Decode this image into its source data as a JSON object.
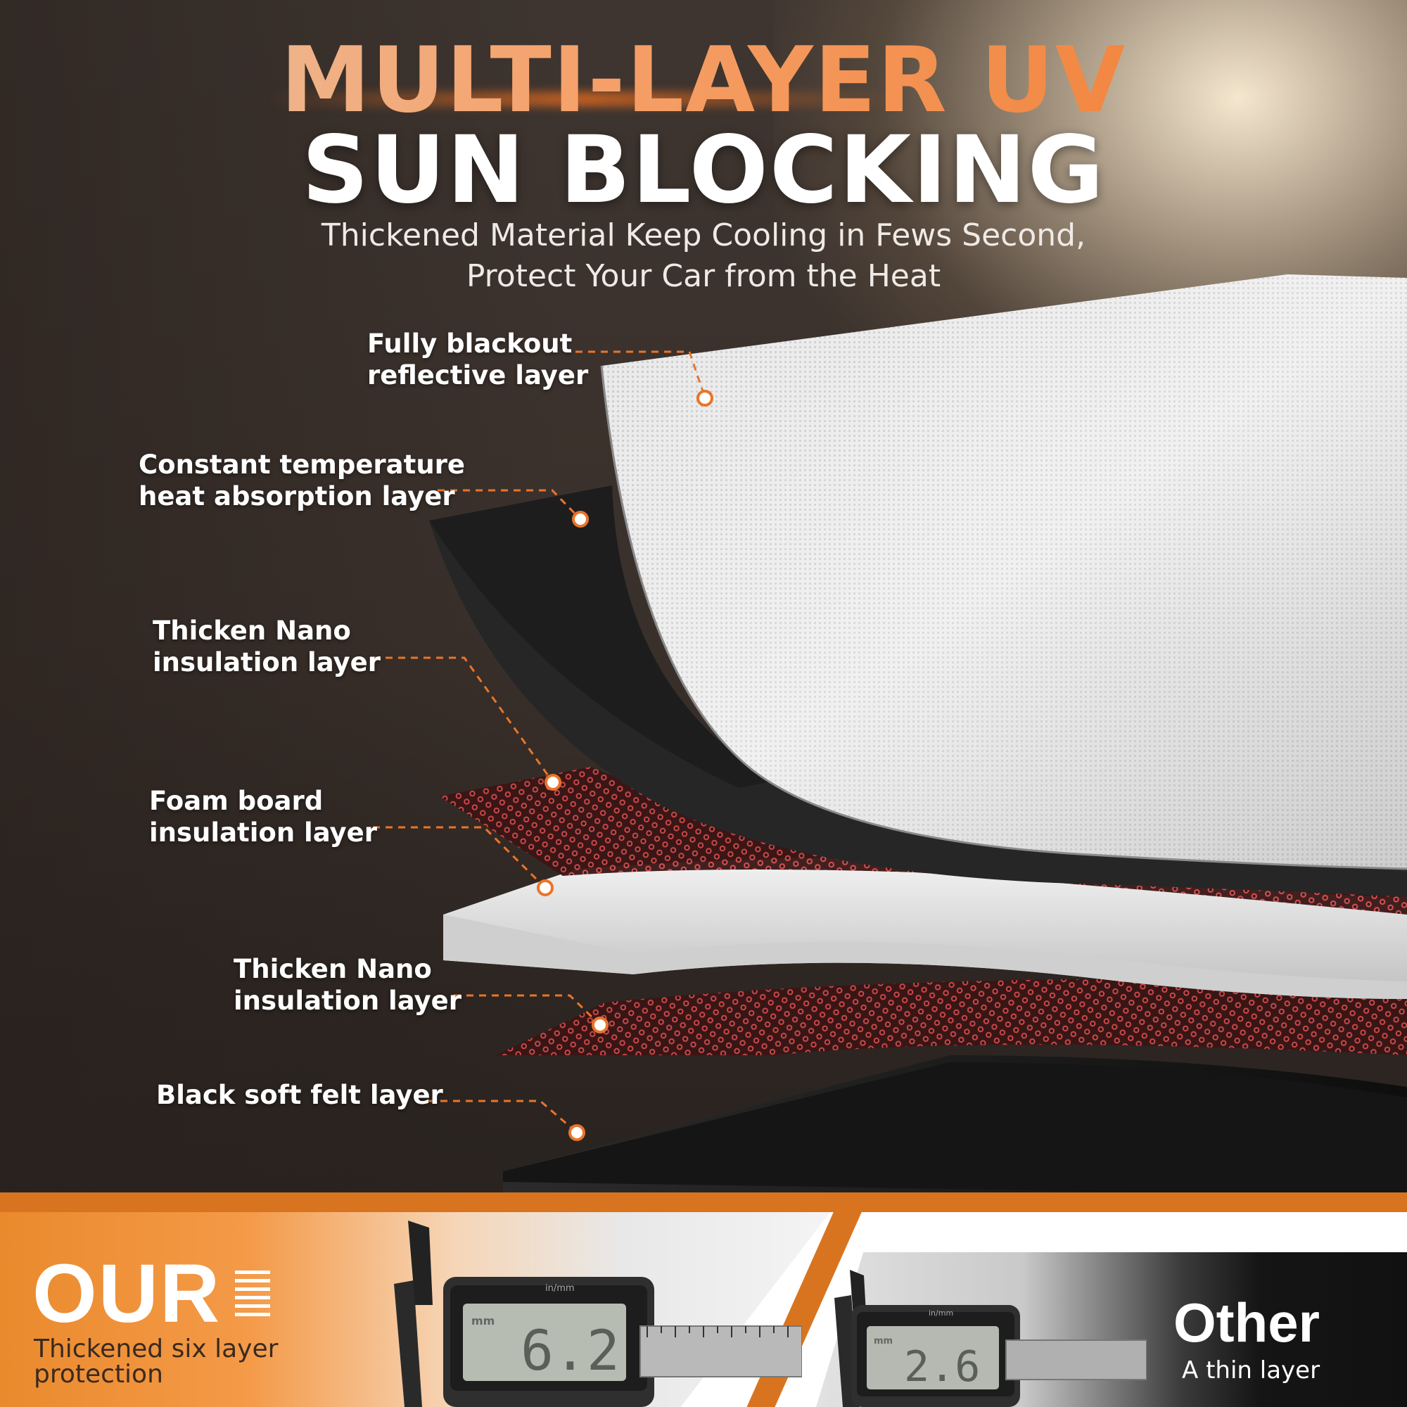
{
  "header": {
    "title_line1": "MULTI-LAYER UV",
    "title_line2": "SUN BLOCKING",
    "subtitle_line1": "Thickened Material Keep Cooling in Fews Second,",
    "subtitle_line2": "Protect Your Car from the Heat"
  },
  "layers": [
    {
      "line1": "Fully blackout",
      "line2": "reflective layer"
    },
    {
      "line1": "Constant temperature",
      "line2": "heat absorption layer"
    },
    {
      "line1": "Thicken Nano",
      "line2": "insulation layer"
    },
    {
      "line1": "Foam board",
      "line2": "insulation layer"
    },
    {
      "line1": "Thicken Nano",
      "line2": "insulation layer"
    },
    {
      "line1": "Black soft felt layer"
    }
  ],
  "comparison": {
    "ours": {
      "title": "OUR",
      "caption_line1": "Thickened six layer",
      "caption_line2": "protection",
      "caliper_unit": "mm",
      "caliper_reading": "6.2",
      "caliper_scale_label": "in/mm"
    },
    "other": {
      "title": "Other",
      "caption": "A thin layer",
      "caliper_unit": "mm",
      "caliper_reading": "2.6",
      "caliper_scale_label": "in/mm"
    }
  },
  "colors": {
    "accent_orange": "#e8752a",
    "leader_line": "#e8752a",
    "background_dark": "#3a302b"
  }
}
